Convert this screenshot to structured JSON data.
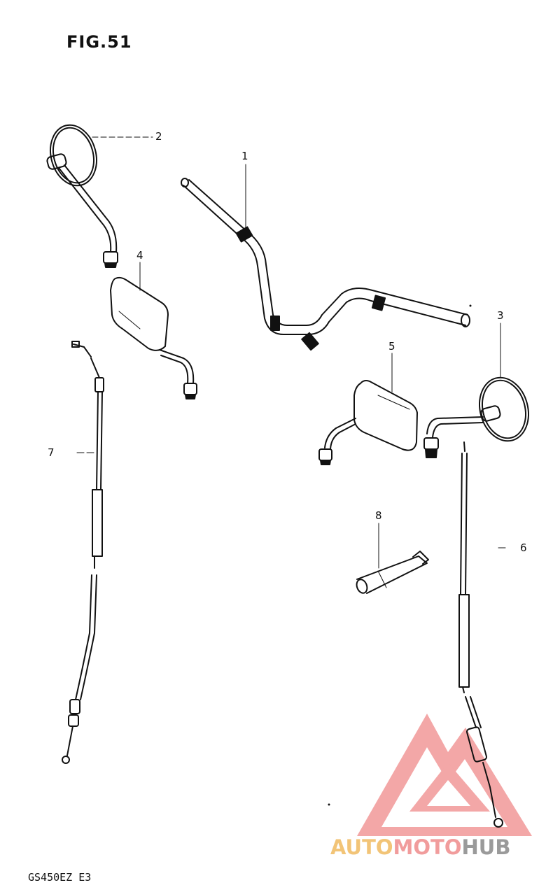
{
  "figure": {
    "title": "FIG.51",
    "model": "GS450EZ  E3"
  },
  "callouts": [
    "1",
    "2",
    "3",
    "4",
    "5",
    "6",
    "7",
    "8"
  ],
  "watermark": {
    "part1": "AUTO",
    "part2": "MOTO",
    "part3": "HUB",
    "colors": {
      "auto": "#f2c477",
      "moto": "#f19c9c",
      "hub": "#9a9a9a",
      "logo": "#f08a8a"
    }
  }
}
